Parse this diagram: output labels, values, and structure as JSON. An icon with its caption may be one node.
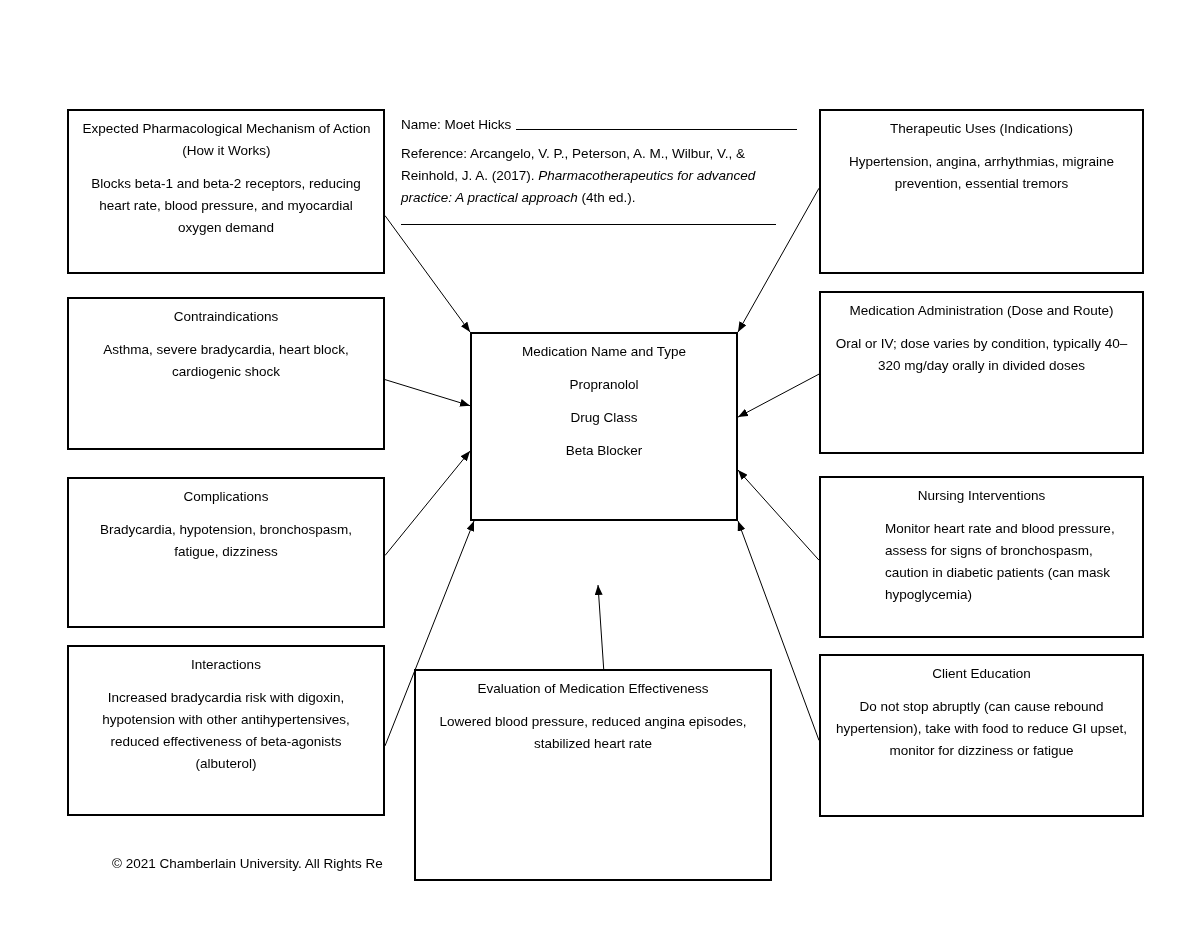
{
  "diagram": {
    "nodes": [
      {
        "text": [
          "Expected Pharmacological Mechanism of Action (How it Works)",
          "Blocks beta-1 and beta-2 receptors, reducing heart rate, blood pressure, and myocardial oxygen demand"
        ]
      },
      {
        "text": [
          "Therapeutic Uses (Indications)",
          "Hypertension, angina, arrhythmias, migraine prevention, essential tremors"
        ]
      },
      {
        "text": [
          "Contraindications",
          "Asthma, severe bradycardia, heart block, cardiogenic shock"
        ]
      },
      {
        "text": [
          "Medication Name and Type",
          "Propranolol",
          "Drug Class",
          "Beta Blocker"
        ]
      },
      {
        "text": [
          "Medication Administration (Dose and Route)",
          "Oral or IV; dose varies by condition, typically 40–320 mg/day orally in divided doses"
        ]
      },
      {
        "text": [
          "Complications",
          "Bradycardia, hypotension, bronchospasm, fatigue, dizziness"
        ]
      },
      {
        "text": [
          "Nursing Interventions",
          "Monitor heart rate and blood pressure, assess for signs of bronchospasm, caution in diabetic patients (can mask hypoglycemia)"
        ]
      },
      {
        "text": [
          "Interactions",
          "Increased bradycardia risk with digoxin, hypotension with other antihypertensives, reduced effectiveness of beta-agonists (albuterol)"
        ]
      },
      {
        "text": [
          "Evaluation of Medication Effectiveness",
          "Lowered blood pressure, reduced angina episodes, stabilized heart rate"
        ]
      },
      {
        "text": [
          "Client Education",
          "Do not stop abruptly (can cause rebound hypertension), take with food to reduce GI upset, monitor for dizziness or fatigue"
        ]
      }
    ],
    "edges": [
      {
        "from": 0,
        "to": 3,
        "arrow": "to"
      },
      {
        "from": 1,
        "to": 3,
        "arrow": "to"
      },
      {
        "from": 2,
        "to": 3,
        "arrow": "to"
      },
      {
        "from": 4,
        "to": 3,
        "arrow": "to"
      },
      {
        "from": 5,
        "to": 3,
        "arrow": "to"
      },
      {
        "from": 6,
        "to": 3,
        "arrow": "to"
      },
      {
        "from": 7,
        "to": 3,
        "arrow": "to"
      },
      {
        "from": 8,
        "to": null,
        "arrow": "to"
      },
      {
        "from": 9,
        "to": 3,
        "arrow": "to"
      }
    ],
    "labels": [
      "Name: Moet Hicks",
      "Reference: Arcangelo, V. P., Peterson, A. M., Wilbur, V., & Reinhold, J. A. (2017). *Pharmacotherapeutics for advanced practice: A practical approach* (4th ed.).",
      "© 2021 Chamberlain University. All Rights Re"
    ]
  }
}
